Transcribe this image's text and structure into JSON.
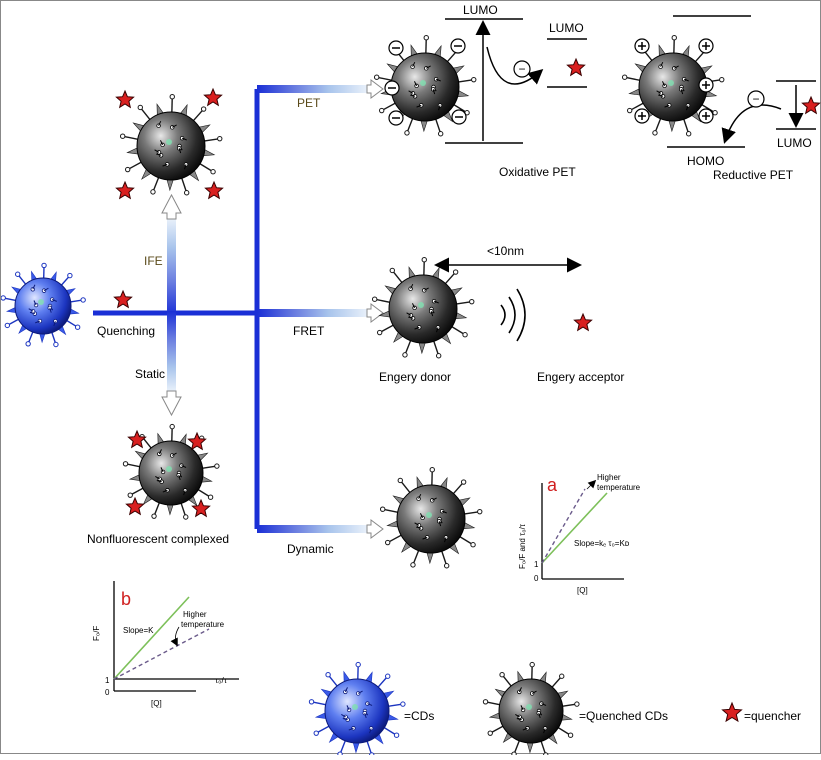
{
  "labels": {
    "pet": "PET",
    "ife": "IFE",
    "quenching": "Quenching",
    "static": "Static",
    "fret": "FRET",
    "dynamic": "Dynamic",
    "nonfluorescent": "Nonfluorescent complexed",
    "oxidative_pet": "Oxidative PET",
    "reductive_pet": "Reductive PET",
    "lumo": "LUMO",
    "homo": "HOMO",
    "distance": "<10nm",
    "donor": "Engery donor",
    "acceptor": "Engery acceptor"
  },
  "graph_a": {
    "tag": "a",
    "ylabel": "F₀/F and τ₀/τ",
    "xlabel": "[Q]",
    "annotation": "Higher temperature",
    "slope": "Slope=kₑ τ₀=Kᴅ",
    "y0": "1",
    "x0": "0",
    "color_line": "#7dc05a",
    "color_dashed": "#6a5a8a"
  },
  "graph_b": {
    "tag": "b",
    "ylabel": "F₀/F",
    "xlabel": "[Q]",
    "annotation": "Higher temperature",
    "slope": "Slope=K",
    "right_label": "τ₀/τ",
    "y0": "1",
    "x0": "0",
    "color_line": "#7dc05a",
    "color_dashed": "#6a5a8a"
  },
  "legend": {
    "cds": "=CDs",
    "quenched": "=Quenched CDs",
    "quencher": "=quencher"
  },
  "colors": {
    "main_line": "#1a2fd6",
    "star": "#d92020",
    "blue_cd": "#2a4fe0",
    "dark_cd": "#2a2a2a",
    "tag": "#d02020"
  },
  "icons": [
    "cd-particle-icon",
    "quenched-cd-icon",
    "quencher-star-icon",
    "arrow-icon"
  ]
}
